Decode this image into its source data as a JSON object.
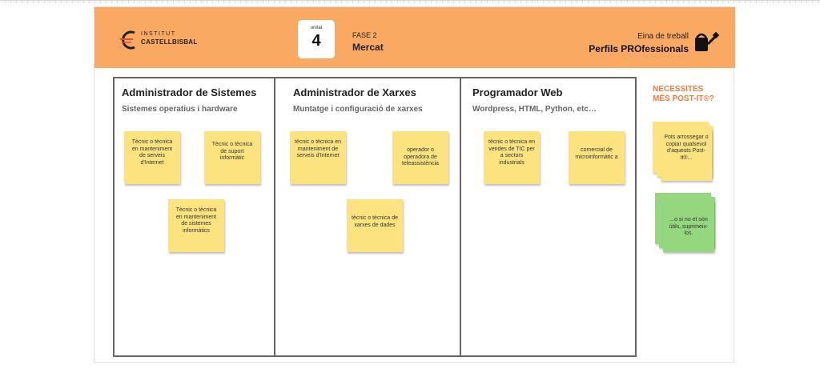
{
  "header": {
    "logo_line1": "INSTITUT",
    "logo_line2": "CASTELLBISBAL",
    "unit_label": "unitat",
    "unit_number": "4",
    "phase_label": "FASE 2",
    "phase_name": "Mercat",
    "tool_label": "Eina de treball",
    "tool_name": "Perfils PROfessionals",
    "logo_icon": "institut-logo-icon",
    "tool_icon": "watering-can-icon",
    "accent_color": "#f9a962"
  },
  "columns": [
    {
      "title": "Administrador de Sistemes",
      "subtitle": "Sistemes operatius i hardware",
      "notes": [
        "Tècnic o tècnica en manteniment de serveis d'Internet",
        "Tècnic o tècnica de suport informàtic",
        "Tècnic o tècnica en manteniment de sistemes informàtics"
      ]
    },
    {
      "title": "Administrador de Xarxes",
      "subtitle": "Muntatge i configuració de xarxes",
      "notes": [
        "tècnic o tècnica en manteniment de serveis d'Internet",
        "operador o operadora de teleassistència",
        "tècnic o tècnica de xarxes de dades"
      ]
    },
    {
      "title": "Programador Web",
      "subtitle": "Wordpress, HTML, Python, etc…",
      "notes": [
        "tècnic o tècnica en vendes de TIC per a sectors industrials",
        "comercial de microinformàtic a"
      ]
    }
  ],
  "sidebar": {
    "title_line1": "NECESSITES",
    "title_line2": "MÉS POST-IT®?",
    "yellow_note": "Pots arrossegar o copiar qualsevol d'aquests Post-It®...",
    "green_note": "...o si no et són útils, suprimeix-los.",
    "yellow_color": "#fde37f",
    "green_color": "#95d77f"
  }
}
